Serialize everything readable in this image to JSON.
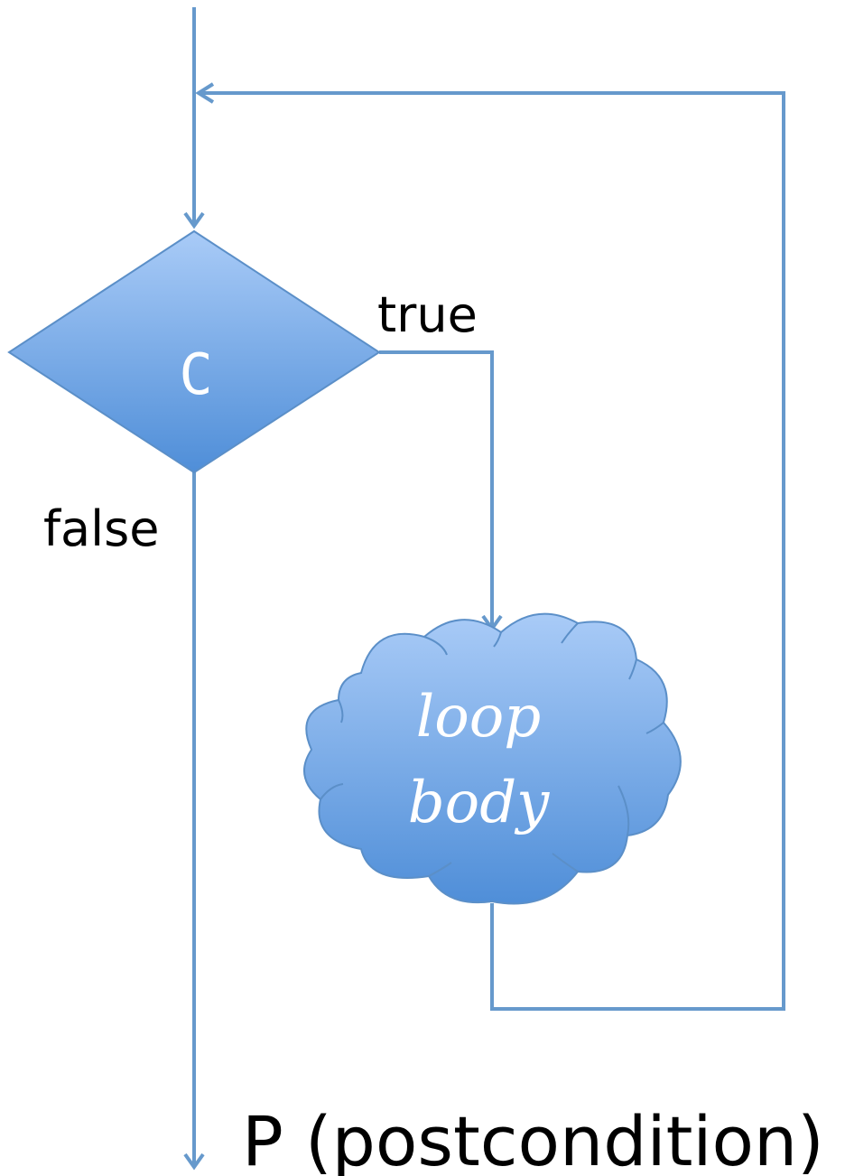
{
  "diagram": {
    "condition_label": "C",
    "true_label": "true",
    "false_label": "false",
    "body_label_line1": "loop",
    "body_label_line2": "body",
    "postcondition_label": "P (postcondition)"
  },
  "colors": {
    "line": "#6699CC",
    "shape_top": "#A9CBF7",
    "shape_bottom": "#4F8ED8",
    "shape_stroke": "#5B8FC8",
    "label_text": "#000000",
    "shape_text": "#ffffff"
  }
}
